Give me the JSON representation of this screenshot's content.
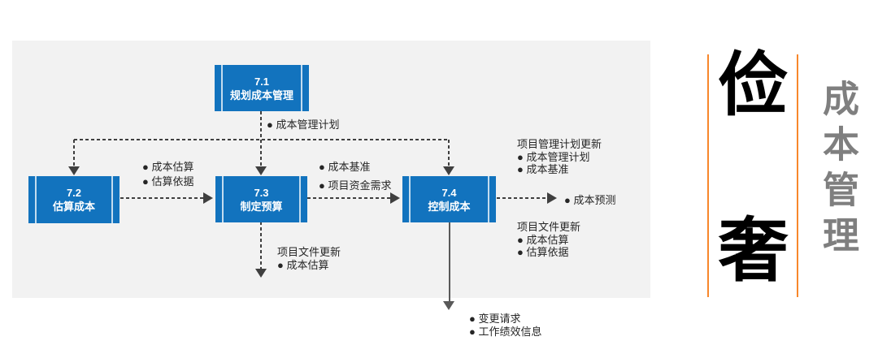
{
  "diagram": {
    "boxes": [
      {
        "number": "7.1",
        "label": "规划成本管理"
      },
      {
        "number": "7.2",
        "label": "估算成本"
      },
      {
        "number": "7.3",
        "label": "制定预算"
      },
      {
        "number": "7.4",
        "label": "控制成本"
      }
    ],
    "annotations": {
      "cost_mgmt_plan": {
        "items": [
          "●  成本管理计划"
        ]
      },
      "between_72_73": {
        "items": [
          "●  成本估算",
          "●  估算依据"
        ]
      },
      "between_73_74": {
        "items": [
          "●  成本基准",
          "●  项目资金需求"
        ]
      },
      "right_top": {
        "header": "项目管理计划更新",
        "items": [
          "●  成本管理计划",
          "●  成本基准"
        ]
      },
      "forecast": {
        "items": [
          "●  成本预测"
        ]
      },
      "right_bottom": {
        "header": "项目文件更新",
        "items": [
          "●  成本估算",
          "●  估算依据"
        ]
      },
      "below_73": {
        "header": "项目文件更新",
        "items": [
          "●  成本估算"
        ]
      },
      "below_74": {
        "items": [
          "●  变更请求",
          "●  工作绩效信息"
        ]
      }
    },
    "colors": {
      "box_blue": "#1273BE",
      "panel_gray": "#F2F2F2",
      "connector_dark": "#3F3F3F",
      "solid_arrow_gray": "#595959"
    }
  },
  "sidebar": {
    "big_char_top": "俭",
    "big_char_bottom": "奢",
    "vertical_title": "成本管理",
    "accent_orange": "#F8872B",
    "title_gray": "#7F7F7F"
  }
}
